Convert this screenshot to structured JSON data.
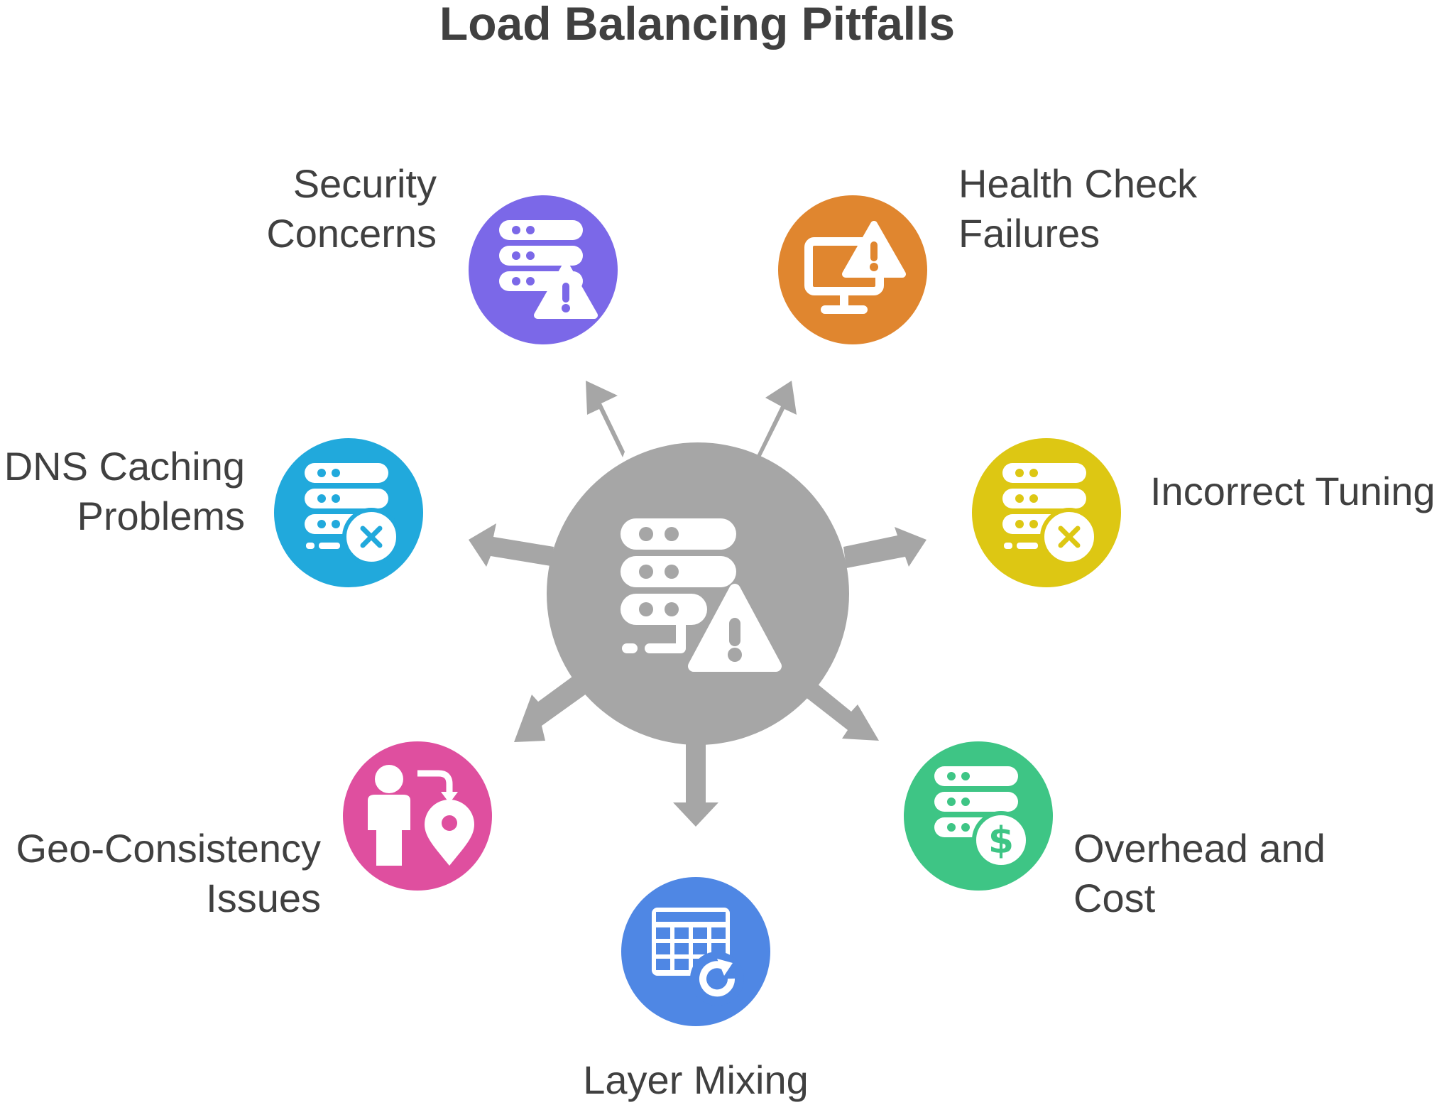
{
  "title": "Load Balancing Pitfalls",
  "hub": {
    "icon": "server-warning-icon",
    "color": "#a6a6a6"
  },
  "nodes": [
    {
      "id": "security",
      "lines": [
        "Security",
        "Concerns"
      ],
      "color": "#7b68e8",
      "icon": "server-warning-icon"
    },
    {
      "id": "health",
      "lines": [
        "Health Check",
        "Failures"
      ],
      "color": "#e0862f",
      "icon": "monitor-warning-icon"
    },
    {
      "id": "dns",
      "lines": [
        "DNS Caching",
        "Problems"
      ],
      "color": "#21a9dc",
      "icon": "server-error-icon"
    },
    {
      "id": "tuning",
      "lines": [
        "Incorrect Tuning"
      ],
      "color": "#ddc713",
      "icon": "server-error-icon"
    },
    {
      "id": "geo",
      "lines": [
        "Geo-Consistency",
        "Issues"
      ],
      "color": "#df4f9f",
      "icon": "person-location-icon"
    },
    {
      "id": "overhead",
      "lines": [
        "Overhead and",
        "Cost"
      ],
      "color": "#3ec585",
      "icon": "server-cost-icon"
    },
    {
      "id": "layer",
      "lines": [
        "Layer Mixing"
      ],
      "color": "#4f87e4",
      "icon": "table-refresh-icon"
    }
  ]
}
